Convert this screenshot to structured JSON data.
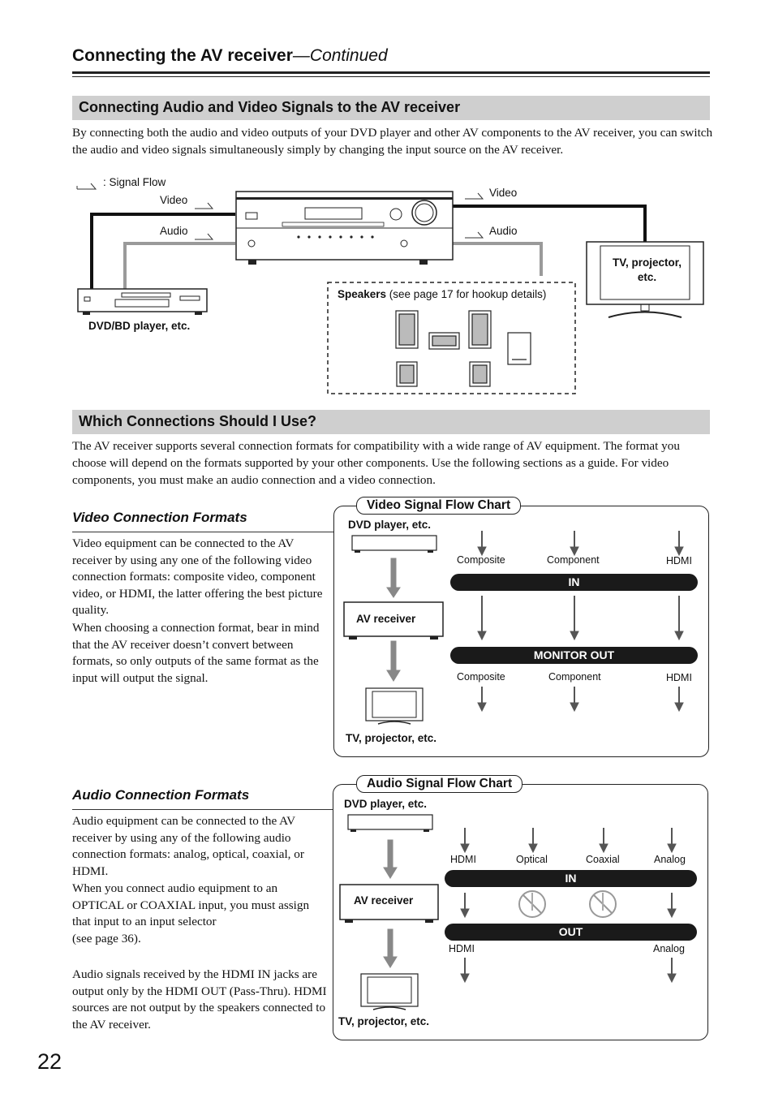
{
  "header": {
    "title": "Connecting the AV receiver",
    "continued": "—Continued"
  },
  "section1": {
    "title": "Connecting Audio and Video Signals to the AV receiver",
    "para": "By connecting both the audio and video outputs of your DVD player and other AV components to the AV receiver, you can switch the audio and video signals simultaneously simply by changing the input source on the AV receiver."
  },
  "diagram": {
    "signal_flow": ": Signal Flow",
    "video_left": "Video",
    "audio_left": "Audio",
    "video_right": "Video",
    "audio_right": "Audio",
    "dvd_label": "DVD/BD player, etc.",
    "tv_label": "TV, projector, etc.",
    "speakers_bold": "Speakers",
    "speakers_note": " (see page 17 for hookup details)"
  },
  "section2": {
    "title": "Which Connections Should I Use?",
    "para": "The AV receiver supports several connection formats for compatibility with a wide range of AV equipment. The format you choose will depend on the formats supported by your other components. Use the following sections as a guide. For video components, you must make an audio connection and a video connection."
  },
  "video_formats": {
    "heading": "Video Connection Formats",
    "para1": "Video equipment can be connected to the AV receiver by using any one of the following video connection formats: composite video, component video, or HDMI, the latter offering the best picture quality.",
    "para2": "When choosing a connection format, bear in mind that the AV receiver doesn’t convert between formats, so only outputs of the same format as the input will output the signal."
  },
  "video_chart": {
    "title": "Video Signal Flow Chart",
    "source": "DVD player, etc.",
    "receiver": "AV receiver",
    "display": "TV, projector, etc.",
    "in_labels": [
      "Composite",
      "Component",
      "HDMI"
    ],
    "in_bar": "IN",
    "out_bar": "MONITOR OUT",
    "out_labels": [
      "Composite",
      "Component",
      "HDMI"
    ]
  },
  "audio_formats": {
    "heading": "Audio Connection Formats",
    "para1": "Audio equipment can be connected to the AV receiver by using any of the following audio connection formats: analog, optical, coaxial, or HDMI.",
    "para2a": "When you connect audio equipment to an OPTICAL or COAXIAL input, you must assign that input to an input selector",
    "para2b": "(see page 36).",
    "para3": "Audio signals received by the HDMI IN jacks are output only by the HDMI OUT (Pass-Thru). HDMI sources are not output by the speakers connected to the AV receiver."
  },
  "audio_chart": {
    "title": "Audio Signal Flow Chart",
    "source": "DVD player, etc.",
    "receiver": "AV receiver",
    "display": "TV, projector, etc.",
    "in_labels": [
      "HDMI",
      "Optical",
      "Coaxial",
      "Analog"
    ],
    "in_bar": "IN",
    "out_bar": "OUT",
    "out_labels": [
      "HDMI",
      "Analog"
    ]
  },
  "page_number": "22"
}
